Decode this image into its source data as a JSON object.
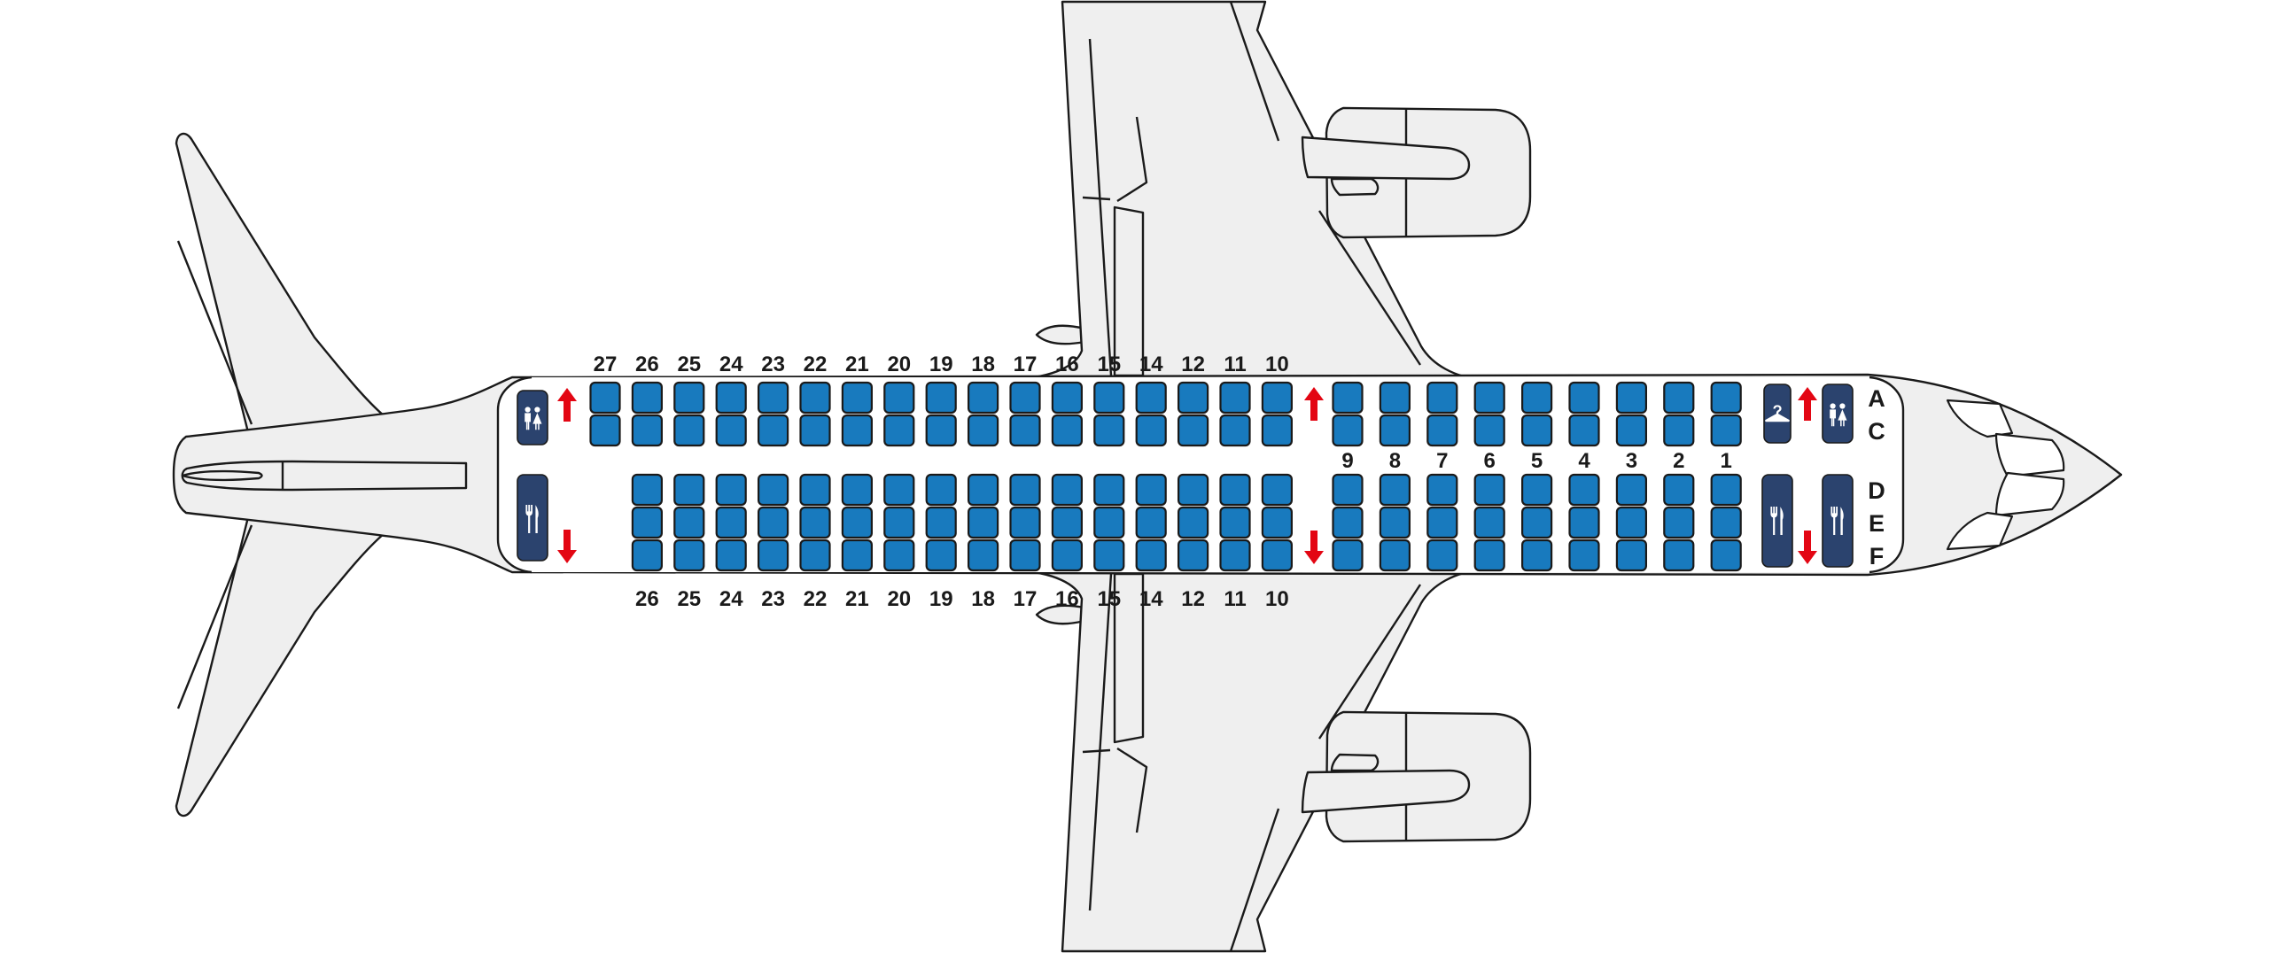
{
  "seatmap": {
    "cabin_letters": {
      "top": [
        "A",
        "C"
      ],
      "bottom": [
        "D",
        "E",
        "F"
      ]
    },
    "rear_top_rows": [
      27,
      26,
      25,
      24,
      23,
      22,
      21,
      20,
      19,
      18,
      17,
      16,
      15,
      14,
      12,
      11,
      10
    ],
    "rear_bottom_rows": [
      26,
      25,
      24,
      23,
      22,
      21,
      20,
      19,
      18,
      17,
      16,
      15,
      14,
      12,
      11,
      10
    ],
    "front_rows": [
      9,
      8,
      7,
      6,
      5,
      4,
      3,
      2,
      1
    ],
    "facilities": [
      {
        "id": "rear-lavatory",
        "icon": "wc-icon"
      },
      {
        "id": "rear-galley",
        "icon": "galley-icon"
      },
      {
        "id": "front-wardrobe",
        "icon": "hanger-icon"
      },
      {
        "id": "front-lavatory",
        "icon": "wc-icon"
      },
      {
        "id": "front-galley-left",
        "icon": "galley-icon"
      },
      {
        "id": "front-galley-right",
        "icon": "galley-icon"
      }
    ],
    "exit_arrows": [
      {
        "id": "rear-exit-up",
        "direction": "up"
      },
      {
        "id": "rear-exit-down",
        "direction": "down"
      },
      {
        "id": "mid-exit-up",
        "direction": "up"
      },
      {
        "id": "mid-exit-down",
        "direction": "down"
      },
      {
        "id": "front-exit-up",
        "direction": "up"
      },
      {
        "id": "front-exit-down",
        "direction": "down"
      }
    ],
    "colors": {
      "seat": "#187abe",
      "panel": "#2b436e",
      "arrow": "#e30613",
      "airframe_fill": "#efefef",
      "outline": "#1a1a1a",
      "label": "#1a1a1a"
    }
  }
}
